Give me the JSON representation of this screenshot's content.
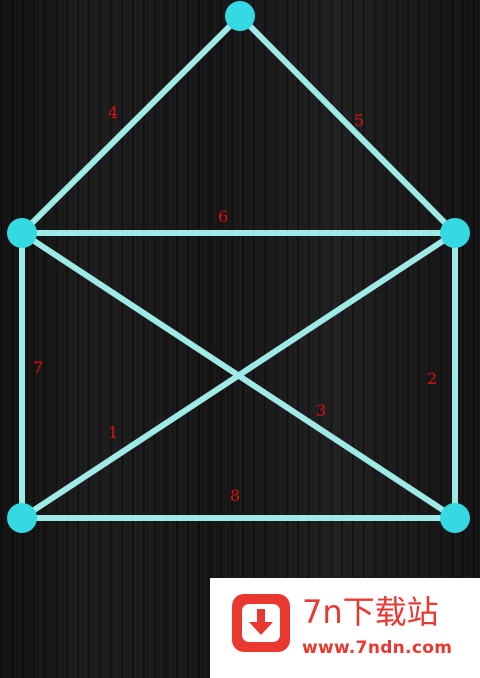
{
  "puzzle": {
    "colors": {
      "line": "#9fe9e6",
      "node": "#35d9e3",
      "label": "#e01010"
    },
    "edge_labels": [
      "1",
      "2",
      "3",
      "4",
      "5",
      "6",
      "7",
      "8"
    ]
  },
  "watermark": {
    "logo_icon": "download-arrow-icon",
    "title": "7n下载站",
    "url": "www.7ndn.com",
    "color": "#e9382f"
  }
}
